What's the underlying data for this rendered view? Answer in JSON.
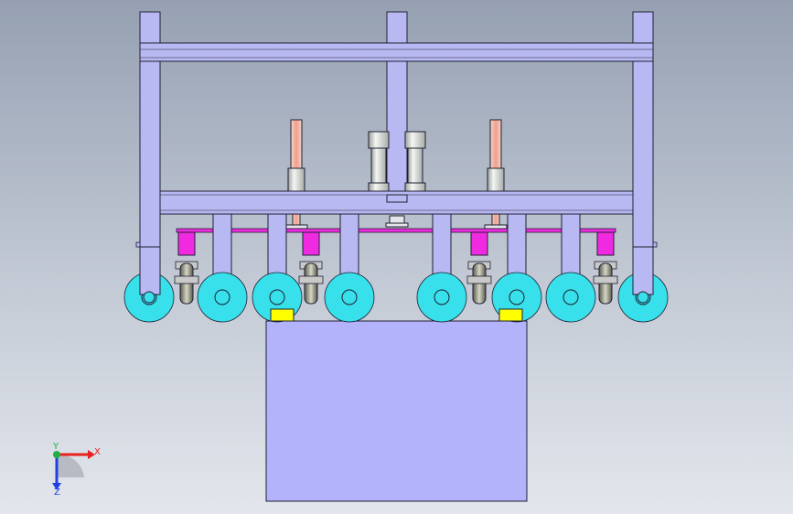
{
  "viewport": {
    "background_top": "#95a0b2",
    "background_bottom": "#e3e6ec"
  },
  "colors": {
    "frame_fill": "#b8b8f3",
    "frame_stroke": "#1f1f33",
    "base_block_fill": "#b3b3fb",
    "wheel_fill": "#37e0ea",
    "bracket_fill": "#f02ae0",
    "pad_fill": "#ffff00",
    "rod_fill": "#f2b7a6",
    "cylinder_fill": "#d6dbd6",
    "roller_fill": "#8b8b7a"
  },
  "triad": {
    "x_label": "X",
    "y_label": "Y",
    "z_label": "Z",
    "x_color": "#e82020",
    "y_color": "#20b040",
    "z_color": "#2040e0"
  }
}
